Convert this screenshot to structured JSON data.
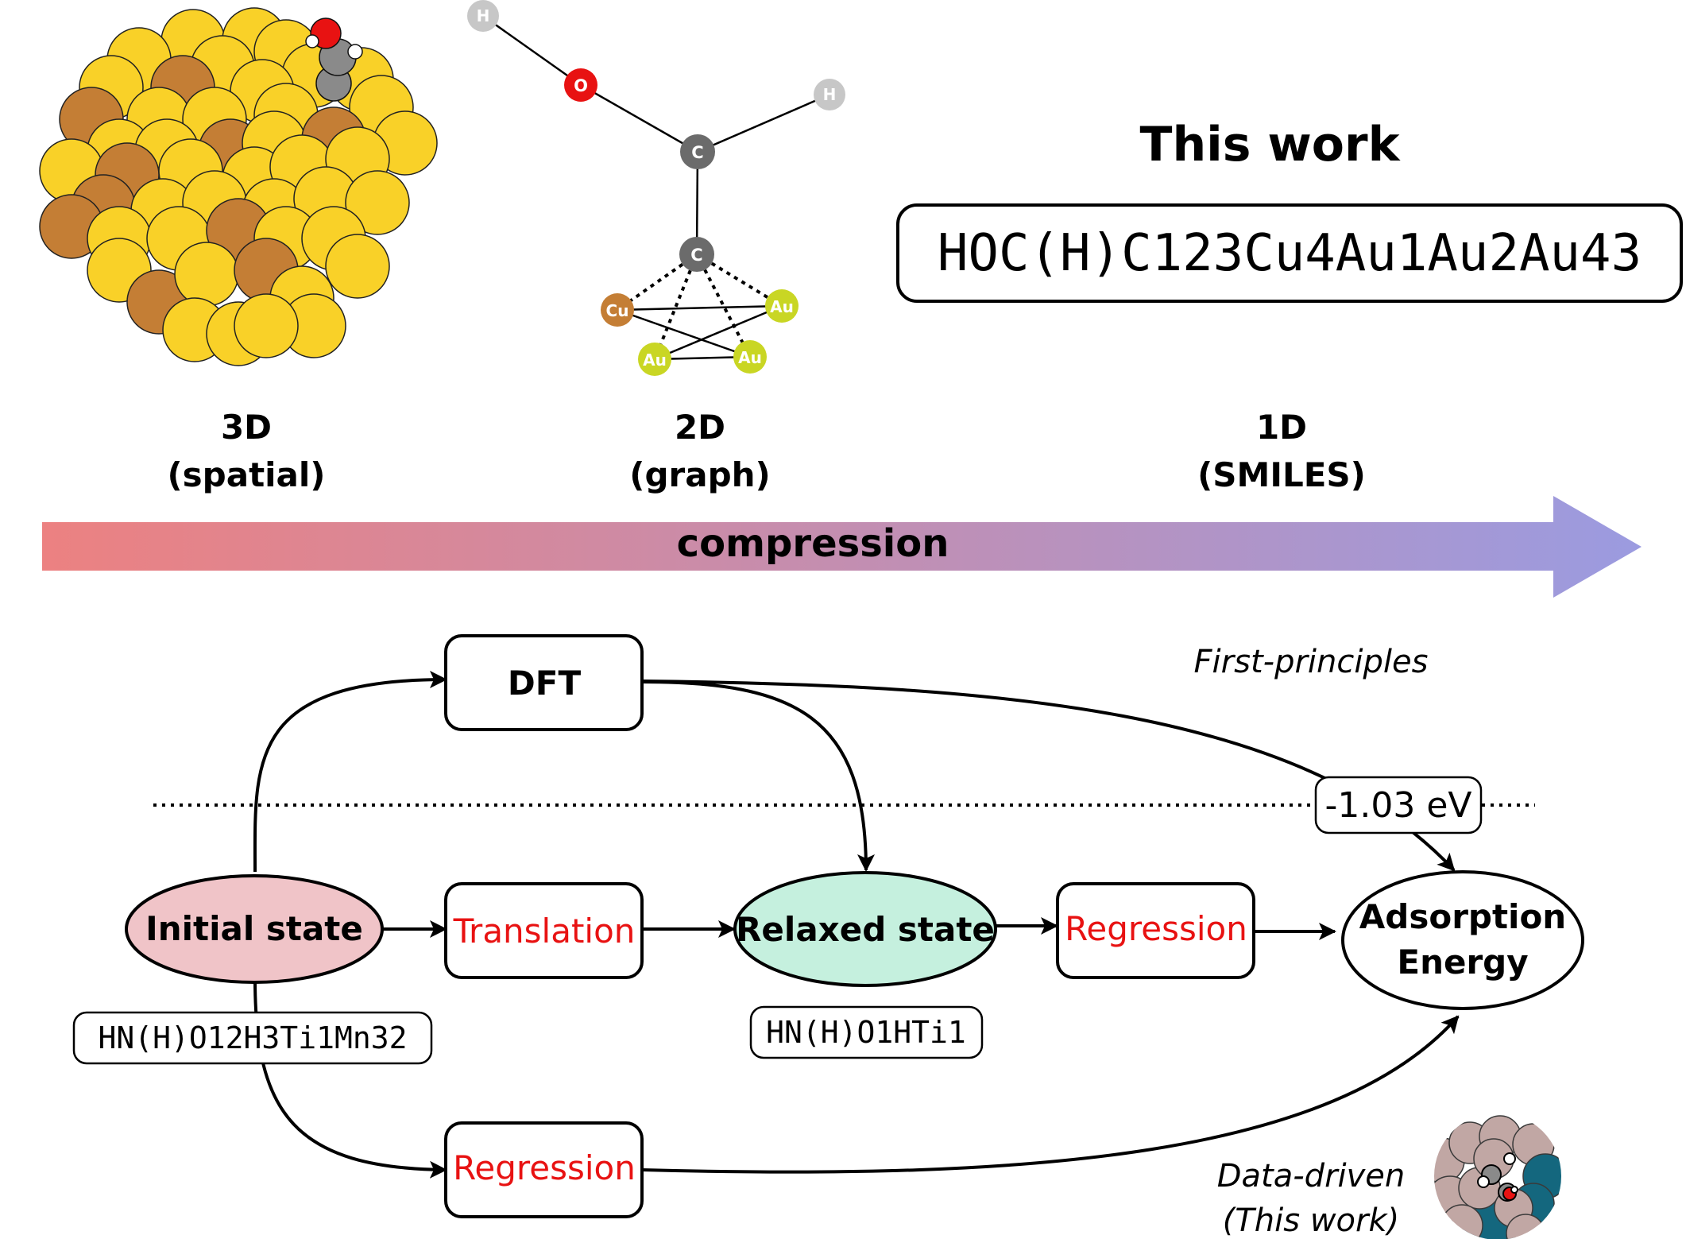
{
  "levels": {
    "d3": {
      "name": "3D",
      "kind": "(spatial)"
    },
    "d2": {
      "name": "2D",
      "kind": "(graph)"
    },
    "d1": {
      "name": "1D",
      "kind": "(SMILES)"
    }
  },
  "this_work_title": "This work",
  "smiles_main": "HOC(H)C123Cu4Au1Au2Au43",
  "compression_label": "compression",
  "graph_atoms": {
    "h1": "H",
    "o": "O",
    "h2": "H",
    "c1": "C",
    "c2": "C",
    "cu": "Cu",
    "au1": "Au",
    "au2": "Au",
    "au3": "Au"
  },
  "flow": {
    "dft": "DFT",
    "first_principles": "First-principles",
    "energy": "-1.03 eV",
    "initial_state": "Initial state",
    "translation": "Translation",
    "relaxed_state": "Relaxed state",
    "regression_top": "Regression",
    "adsorption_line1": "Adsorption",
    "adsorption_line2": "Energy",
    "smiles_initial": "HN(H)O12H3Ti1Mn32",
    "smiles_relaxed": "HN(H)O1HTi1",
    "regression_bottom": "Regression",
    "data_driven_line1": "Data-driven",
    "data_driven_line2": "(This work)"
  },
  "colors": {
    "gold": "#f9d128",
    "copper": "#c47e35",
    "oxygen": "#e81212",
    "carbon": "#8a8a8a",
    "graph_carbon": "#6b6b6b",
    "graph_h": "#c7c7c7",
    "graph_au": "#c9d624",
    "initial_fill": "#f0c4c8",
    "relaxed_fill": "#c5f0de",
    "red_text": "#e81212",
    "arrow_start": "#ec8181",
    "arrow_end": "#9b9be0",
    "teal": "#14677e",
    "pinkgray": "#c1a7a4"
  }
}
